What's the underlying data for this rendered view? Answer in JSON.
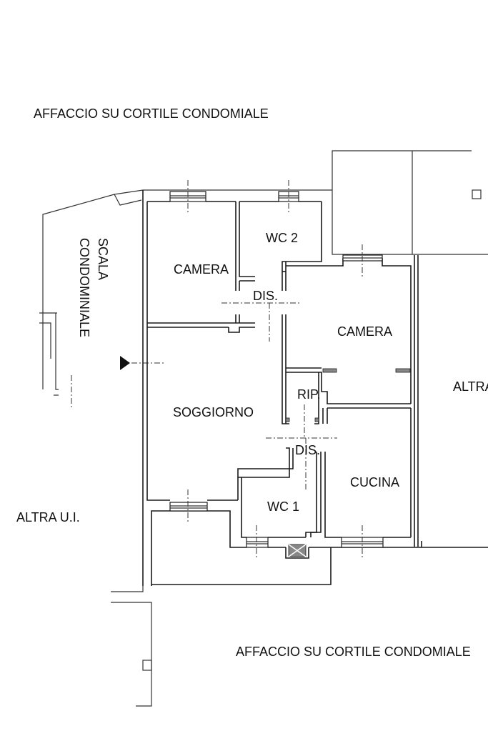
{
  "plan": {
    "top_label": "AFFACCIO SU CORTILE CONDOMIALE",
    "bottom_label": "AFFACCIO SU CORTILE CONDOMIALE",
    "left_label": "ALTRA U.I.",
    "right_label": "ALTRA U.I.",
    "stair_label_line1": "SCALA",
    "stair_label_line2": "CONDOMINIALE",
    "rooms": [
      {
        "id": "camera-1",
        "label": "CAMERA"
      },
      {
        "id": "wc-2",
        "label": "WC 2"
      },
      {
        "id": "dis-1",
        "label": "DIS."
      },
      {
        "id": "camera-2",
        "label": "CAMERA"
      },
      {
        "id": "rip",
        "label": "RIP."
      },
      {
        "id": "soggiorno",
        "label": "SOGGIORNO"
      },
      {
        "id": "dis-2",
        "label": "DIS."
      },
      {
        "id": "cucina",
        "label": "CUCINA"
      },
      {
        "id": "wc-1",
        "label": "WC 1"
      }
    ],
    "colors": {
      "line": "#1a1a1a",
      "background": "#ffffff"
    }
  }
}
